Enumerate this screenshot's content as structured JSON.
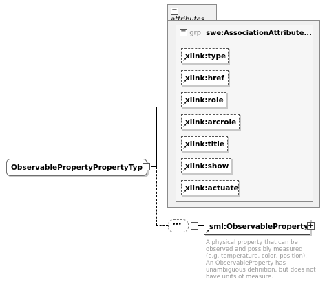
{
  "root": {
    "label": "ObservablePropertyPropertyType",
    "collapse": "−"
  },
  "attributes": {
    "tab_label": "attributes",
    "group": {
      "kind": "grp",
      "name": "swe:AssociationAttribute...",
      "items": [
        {
          "label": "xlink:type"
        },
        {
          "label": "xlink:href"
        },
        {
          "label": "xlink:role"
        },
        {
          "label": "xlink:arcrole"
        },
        {
          "label": "xlink:title"
        },
        {
          "label": "xlink:show"
        },
        {
          "label": "xlink:actuate"
        }
      ]
    }
  },
  "sequence": {
    "glyph": "•••"
  },
  "element": {
    "label": "sml:ObservableProperty",
    "expand": "+",
    "documentation": "A physical property that can be observed and possibly measured (e.g. temperature, color, position). An ObservableProperty has unambiguous definition, but does not have units of measure.",
    "doc_lines": [
      "A physical property that can be",
      "observed and possibly measured",
      "(e.g. temperature, color, position).",
      "An ObservableProperty has",
      "unambiguous definition, but does not",
      "have units of measure."
    ]
  },
  "colors": {
    "border": "#6f6f6f",
    "panel": "#f0f0f0",
    "doc_text": "#9a9a9a"
  }
}
